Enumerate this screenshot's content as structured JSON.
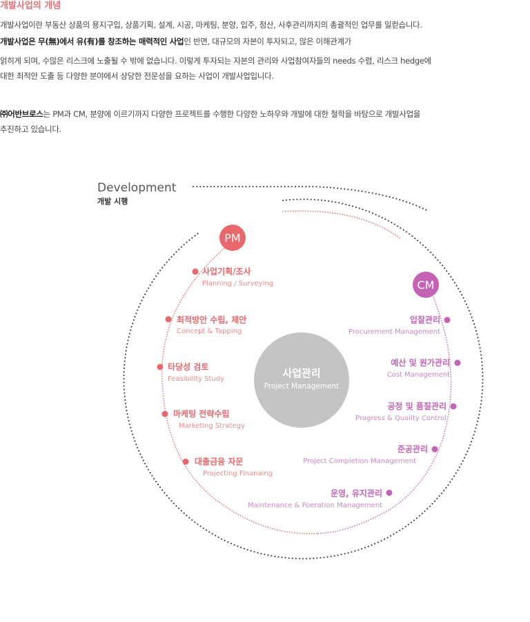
{
  "intro": {
    "title": "개발사업의 개념",
    "line1": "개발사업이란 부동산 상품의 용지구입, 상품기획, 설계, 시공, 마케팅, 분양, 입주, 정산, 사후관리까지의 총괄적인 업무를 일컫습니다.",
    "line2_bold": "개발사업은 무(無)에서 유(有)를 창조하는 매력적인 사업",
    "line2_rest": "인 반면, 대규모의 자본이 투자되고, 많은 이해관계가",
    "line3": "얽히게 되며, 수많은 리스크에 노출될 수 밖에 없습니다. 이렇게 투자되는 자본의 관리와 사업참여자들의 needs 수렴, 리스크 hedge에",
    "line4": "대한 최적안 도출 등 다양한 분야에서 상당한  전문성을 요하는 사업이 개발사업입니다.",
    "line5_bold": "㈜어반브로스",
    "line5_rest": "는 PM과 CM, 분양에 이르기까지 다양한 프로젝트를 수행한 다양한 노하우와 개발에 대한 철학을  바탕으로  개발사업을",
    "line6": "추진하고 있습니다."
  },
  "diagram": {
    "outer_title": "Development",
    "outer_subtitle": "개발 시행",
    "center": {
      "title": "사업관리",
      "subtitle": "Project Management"
    },
    "pm": {
      "badge": "PM",
      "items": [
        {
          "ko": "사업기획/조사",
          "en": "Planning / Surveying"
        },
        {
          "ko": "최적방안 수립, 제안",
          "en": "Concept & Tapping"
        },
        {
          "ko": "타당성 검토",
          "en": "Feasibility Study"
        },
        {
          "ko": "마케팅 전략수립",
          "en": "Marketing Strategy"
        },
        {
          "ko": "대출금융 자문",
          "en": "Projecting Finanaing"
        }
      ]
    },
    "cm": {
      "badge": "CM",
      "items": [
        {
          "ko": "입찰관리",
          "en": "Procurement Management"
        },
        {
          "ko": "예산 및 원가관리",
          "en": "Cost Management"
        },
        {
          "ko": "공정 및 품질관리",
          "en": "Progress & Quality Control"
        },
        {
          "ko": "준공관리",
          "en": "Project Completion Management"
        },
        {
          "ko": "운영, 유지관리",
          "en": "Maintenance & Poeration Management"
        }
      ]
    },
    "colors": {
      "pm": "#e8686b",
      "cm": "#c463b4",
      "center": "#c4c4c4",
      "outer": "#333333"
    }
  }
}
